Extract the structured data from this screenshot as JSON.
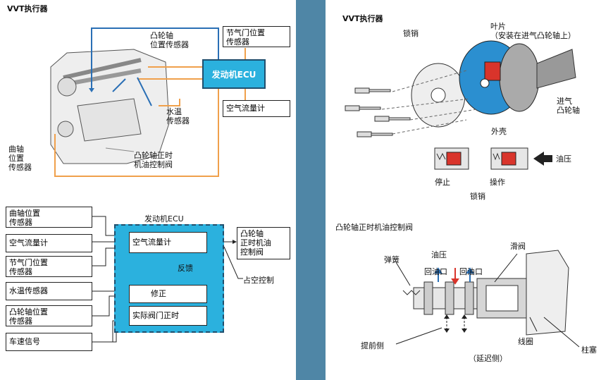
{
  "left": {
    "title": "VVT执行器",
    "top": {
      "cam_sensor": "凸轮轴\n位置传感器",
      "throttle_sensor": "节气门位置\n传感器",
      "ecu": "发动机ECU",
      "airflow": "空气流量计",
      "water_temp": "水温\n传感器",
      "ocv": "凸轮轴正时\n机油控制阀",
      "crank_sensor": "曲轴\n位置\n传感器"
    },
    "block": {
      "inputs": [
        "曲轴位置\n传感器",
        "空气流量计",
        "节气门位置\n传感器",
        "水温传感器",
        "凸轮轴位置\n传感器",
        "车速信号"
      ],
      "ecu_title": "发动机ECU",
      "airflow_box": "空气流量计",
      "feedback": "反馈",
      "correction": "修正",
      "actual_timing": "实际阀门正时",
      "output": "凸轮轴\n正时机油\n控制阀",
      "duty_control": "占空控制"
    },
    "colors": {
      "ecu_blue": "#2bb1de",
      "signal_orange": "#f0a04b",
      "signal_blue": "#2a6fb5"
    }
  },
  "right": {
    "title": "VVT执行器",
    "lock_pin": "锁销",
    "vane": "叶片\n（安装在进气凸轮轴上）",
    "intake_cam": "进气\n凸轮轴",
    "housing": "外壳",
    "oil_pressure": "油压",
    "stop": "停止",
    "operate": "操作",
    "lock_pin_caption": "锁销",
    "ocv_title": "凸轮轴正时机油控制阀",
    "spring": "弹簧",
    "oil_pressure2": "油压",
    "return_port_1": "回油口",
    "return_port_2": "回油口",
    "spool": "滑阀",
    "advance": "提前侧",
    "retard": "（延迟侧）",
    "coil": "线圈",
    "plunger": "柱塞",
    "colors": {
      "housing_blue": "#2b8fd0",
      "red": "#d9342b"
    }
  }
}
